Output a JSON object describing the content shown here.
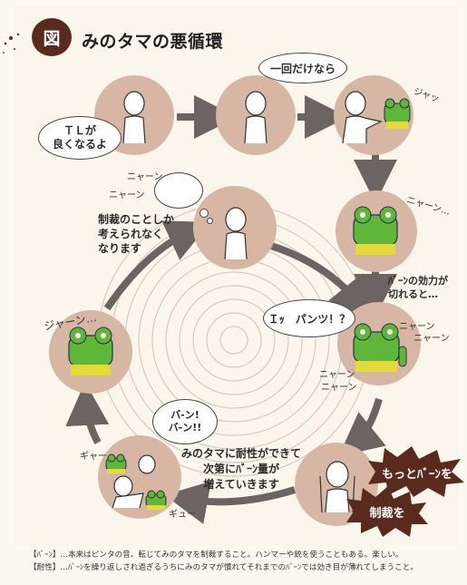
{
  "header": {
    "badge": "図",
    "title": "みのタマの悪循環"
  },
  "speech": {
    "tl_better": "ＴＬが\n良くなるよ",
    "only_once": "一回だけなら",
    "boo_pants": "Ｉｯ　パンツ！？",
    "bang_bang": "バ-ン!\nバ-ン!!"
  },
  "captions": {
    "thinking": "制裁のことしか\n考えられなく\nなります",
    "effect_wears_off": "ﾊﾞｰﾝの効力が\n切れると…",
    "tolerance": "みのタマに耐性ができて\n次第にﾊﾞｰﾝ量が\n増えていきます"
  },
  "sfx": {
    "gyah": "ジャッ",
    "nyaan1": "ニャーン",
    "nyaan2": "ニャーン",
    "nyaan3": "ニャーン…",
    "nyaan4": "ニャーン",
    "nyaan5": "ニャーン",
    "nyaan6": "ニャーン",
    "nyaan7": "ニャーン",
    "jyaan": "ジャーン…",
    "gyaa": "ギャー",
    "gyu": "ギュー"
  },
  "splats": {
    "more_bang": "もっとﾊﾞｰﾝを",
    "punish": "制裁を"
  },
  "footnotes": {
    "bang": "【ﾊﾞｰﾝ】…本来はピンタの音。転じてみのタマを制裁すること。ハンマーや銃を使うこともある。楽しい。",
    "tolerance": "【耐性】…ﾊﾞｰﾝを繰り返しされ過ぎるうちにみのタマが慣れてそれまでのﾊﾞｰﾝでは効き目が薄れてしまうこと。"
  },
  "colors": {
    "node": "#d7b7a3",
    "arrow": "#6b6462",
    "frog": "#5fb638",
    "scarf": "#e6d93a",
    "splat": "#5a2a1d",
    "badge": "#5a2a1d"
  }
}
